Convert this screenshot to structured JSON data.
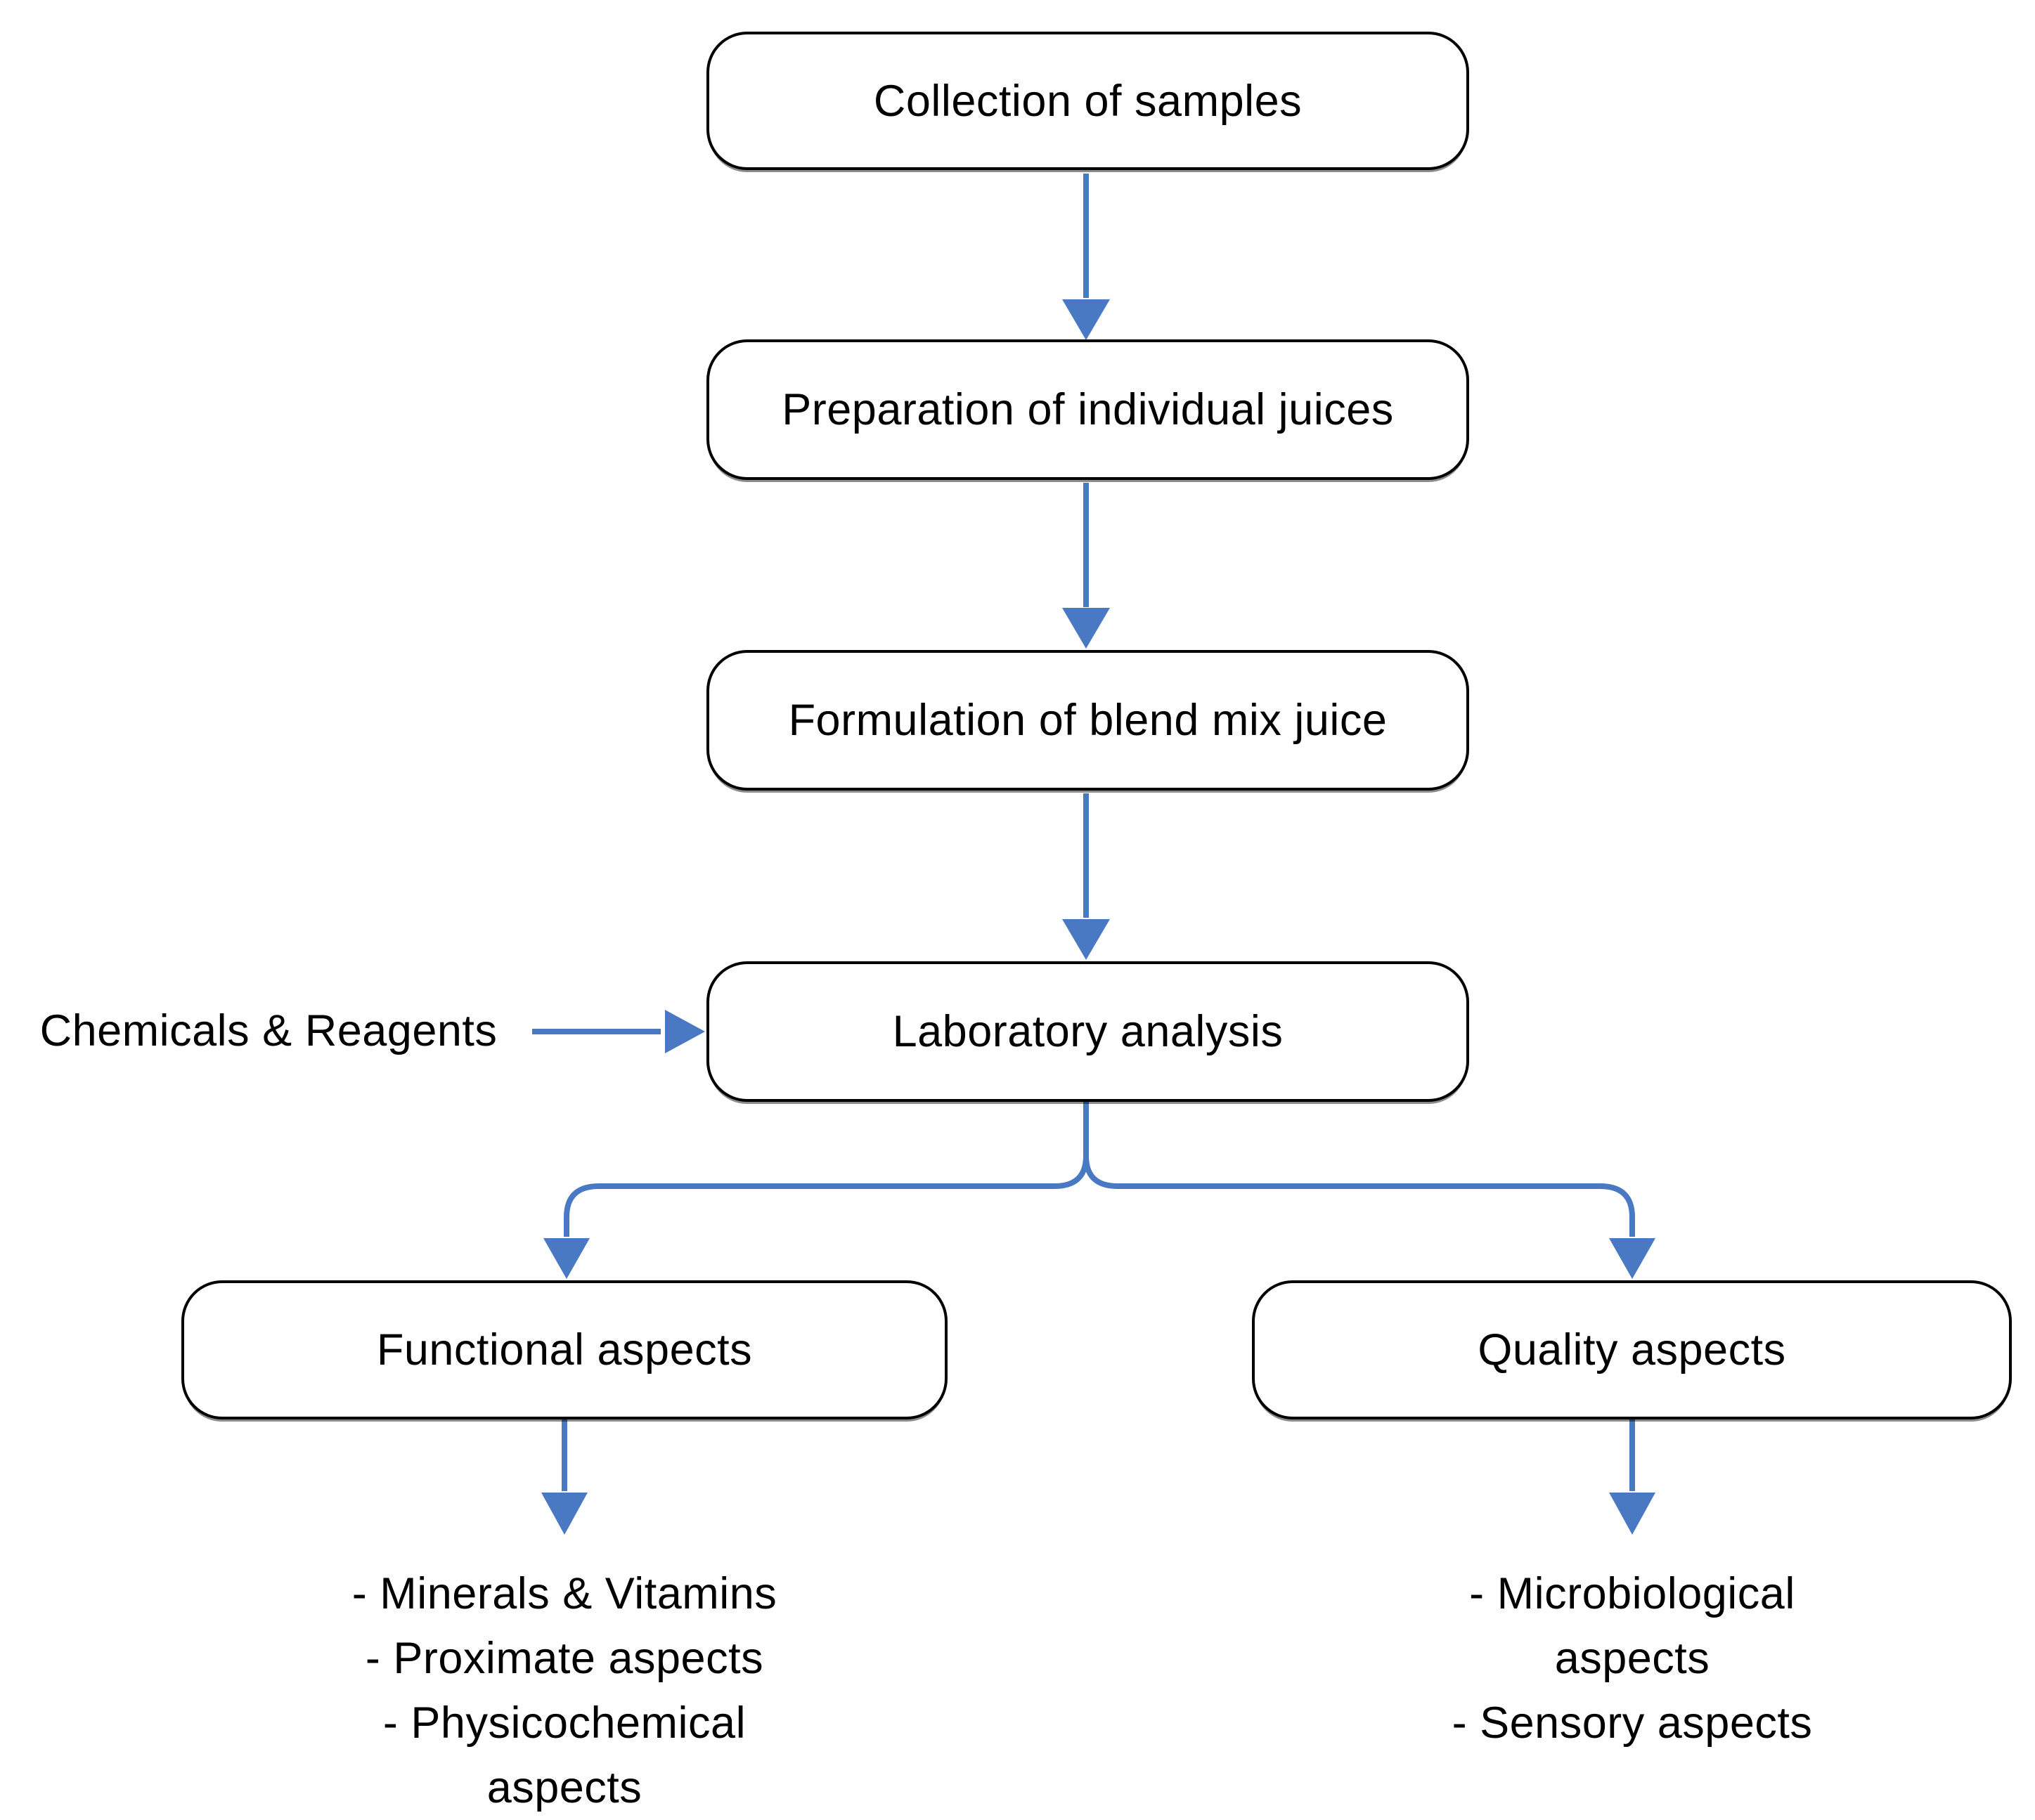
{
  "diagram": {
    "nodes": {
      "collection": "Collection of samples",
      "preparation": "Preparation of individual juices",
      "formulation": "Formulation of blend mix juice",
      "laboratory": "Laboratory analysis",
      "functional": "Functional aspects",
      "quality": "Quality aspects"
    },
    "side_label": "Chemicals & Reagents",
    "lists": {
      "functional": [
        "- Minerals & Vitamins",
        "- Proximate aspects",
        "- Physicochemical aspects"
      ],
      "quality": [
        "- Microbiological aspects",
        "- Sensory aspects"
      ]
    },
    "colors": {
      "arrow": "#4a79c4",
      "box_border": "#000000",
      "box_fill": "#ffffff",
      "text": "#000000",
      "background": "#ffffff"
    }
  }
}
